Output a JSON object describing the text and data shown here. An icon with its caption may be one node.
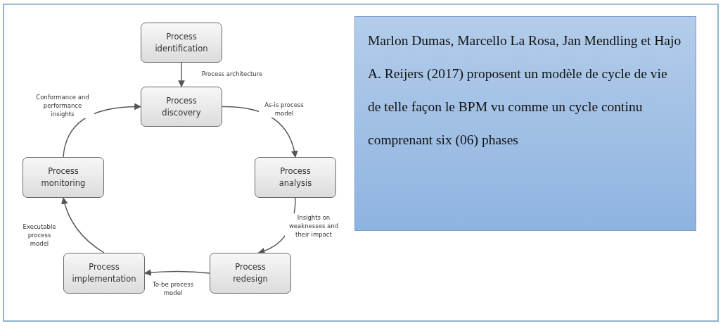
{
  "diagram": {
    "nodes": [
      {
        "text": [
          "Process identification"
        ]
      },
      {
        "text": [
          "Process discovery"
        ]
      },
      {
        "text": [
          "Process analysis"
        ]
      },
      {
        "text": [
          "Process redesign"
        ]
      },
      {
        "text": [
          "Process implementation"
        ]
      },
      {
        "text": [
          "Process monitoring"
        ]
      },
      {
        "text": [
          "Marlon Dumas, Marcello La Rosa, Jan Mendling et Hajo A. Reijers (2017) proposent un modèle de cycle de vie de telle façon le BPM vu comme un cycle continu comprenant six (06) phases"
        ]
      }
    ],
    "edges": [
      {
        "from": 0,
        "to": 1,
        "arrow": "to",
        "label": "Process architecture"
      },
      {
        "from": 1,
        "to": 2,
        "arrow": "to",
        "label": "As-is process model"
      },
      {
        "from": 2,
        "to": 3,
        "arrow": "to",
        "label": "Insights on weaknesses and their impact"
      },
      {
        "from": 3,
        "to": 4,
        "arrow": "to",
        "label": "To-be process model"
      },
      {
        "from": 4,
        "to": 5,
        "arrow": "to",
        "label": "Executable process model"
      },
      {
        "from": 5,
        "to": 1,
        "arrow": "to",
        "label": "Conformance and performance insights"
      }
    ]
  }
}
